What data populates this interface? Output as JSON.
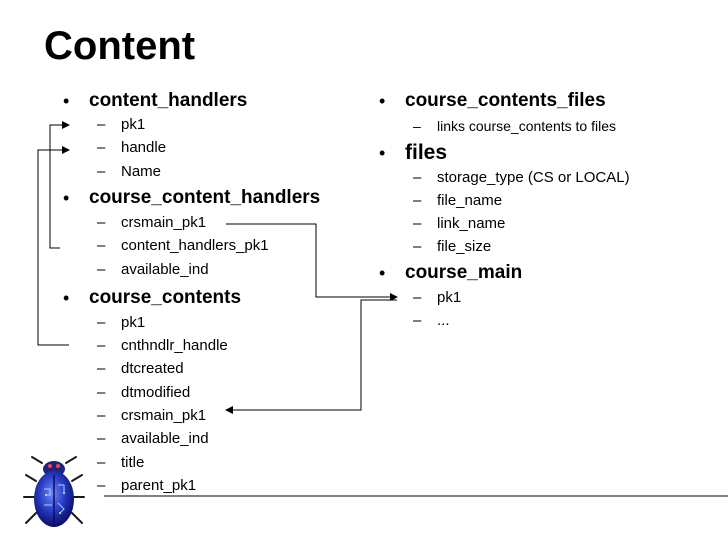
{
  "slide": {
    "title": "Content",
    "bullet_mark": "•",
    "sub_mark": "–"
  },
  "left_column": {
    "content_handlers": {
      "heading": "content_handlers",
      "items": [
        "pk1",
        "handle",
        "Name"
      ]
    },
    "course_content_handlers": {
      "heading": "course_content_handlers",
      "items": [
        "crsmain_pk1",
        "content_handlers_pk1",
        "available_ind"
      ]
    },
    "course_contents": {
      "heading": "course_contents",
      "items": [
        "pk1",
        "cnthndlr_handle",
        "dtcreated",
        "dtmodified",
        "crsmain_pk1",
        "available_ind",
        "title",
        "parent_pk1"
      ]
    }
  },
  "right_column": {
    "course_contents_files": {
      "heading": "course_contents_files",
      "items": [
        "links course_contents to files"
      ]
    },
    "files": {
      "heading": "files",
      "items": [
        "storage_type (CS or LOCAL)",
        "file_name",
        "link_name",
        "file_size"
      ]
    },
    "course_main": {
      "heading": "course_main",
      "items": [
        "pk1",
        "..."
      ]
    }
  },
  "decor": {
    "line_color": "#000000",
    "logo": "blue-beetle-logo"
  }
}
